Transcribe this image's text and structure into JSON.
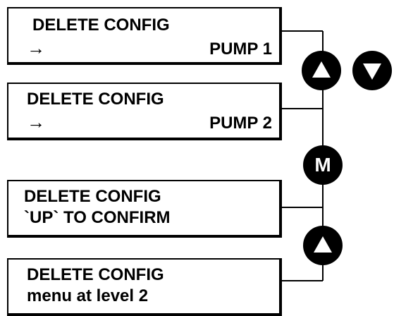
{
  "screens": [
    {
      "line1": "DELETE CONFIG",
      "arrow": "→",
      "value": "PUMP 1"
    },
    {
      "line1": "DELETE CONFIG",
      "arrow": "→",
      "value": "PUMP 2"
    },
    {
      "line1": "DELETE CONFIG",
      "line2": "`UP` TO CONFIRM"
    },
    {
      "line1": "DELETE CONFIG",
      "line2": "menu at level 2"
    }
  ],
  "buttons": {
    "up_icon": "triangle-up-icon",
    "down_icon": "triangle-down-icon",
    "menu_label": "M"
  }
}
